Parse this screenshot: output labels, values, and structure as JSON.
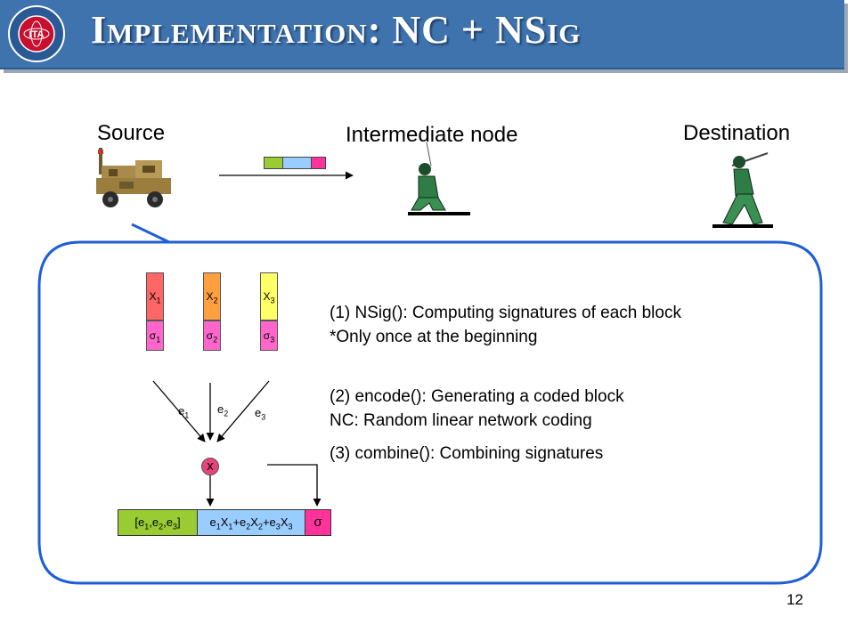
{
  "header": {
    "title": "Implementation: NC + NSig"
  },
  "nodes": {
    "source": "Source",
    "intermediate": "Intermediate node",
    "destination": "Destination"
  },
  "blocks": [
    {
      "x_letter": "X",
      "x_sub": "1",
      "sig_letter": "σ",
      "sig_sub": "1",
      "color": "#ff6666"
    },
    {
      "x_letter": "X",
      "x_sub": "2",
      "sig_letter": "σ",
      "sig_sub": "2",
      "color": "#ff9f3f"
    },
    {
      "x_letter": "X",
      "x_sub": "3",
      "sig_letter": "σ",
      "sig_sub": "3",
      "color": "#ffff66"
    }
  ],
  "coeffs": [
    {
      "letter": "e",
      "sub": "1"
    },
    {
      "letter": "e",
      "sub": "2"
    },
    {
      "letter": "e",
      "sub": "3"
    }
  ],
  "combine_symbol": "x",
  "coded_block": {
    "coeff_vector": {
      "open": "[",
      "letter": "e",
      "subs": [
        "1",
        "2",
        "3"
      ],
      "sep": ",",
      "close": "]"
    },
    "combination": {
      "letters": [
        "e",
        "X",
        "+e",
        "X",
        "+e",
        "X"
      ],
      "subs": [
        "1",
        "1",
        "2",
        "2",
        "3",
        "3"
      ]
    },
    "signature": "σ"
  },
  "steps": {
    "s1_line1": "(1) NSig(): Computing signatures of each block",
    "s1_line2": "*Only once at the beginning",
    "s2_line1": "(2) encode(): Generating a coded block",
    "s2_line2": "NC: Random linear network coding",
    "s3_line1": "(3) combine(): Combining signatures"
  },
  "packet_colors": [
    "#99cc33",
    "#99ccff",
    "#ff3399"
  ],
  "page_number": "12",
  "colors": {
    "header_bg": "#3f73ad",
    "callout_border": "#1f5fd6",
    "coeff_cell": "#99cc33",
    "combo_cell": "#99ccff",
    "sig_cell": "#ff3399",
    "sig_block": "#ff66cc",
    "x_node": "#e8437d"
  }
}
